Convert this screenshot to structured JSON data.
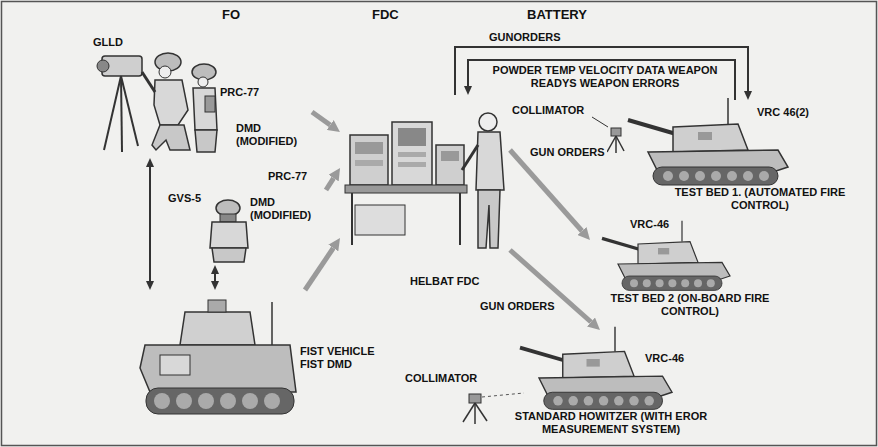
{
  "diagram": {
    "nodes": [
      {
        "text": [
          "GLLD",
          "PRC-77",
          "DMD (MODIFIED)"
        ]
      },
      {
        "text": [
          "GVS-5",
          "PRC-77",
          "DMD (MODIFIED)"
        ]
      },
      {
        "text": [
          "FIST VEHICLE FIST DMD"
        ]
      },
      {
        "text": [
          "HELBAT FDC"
        ]
      },
      {
        "text": [
          "VRC 46(2)",
          "TEST BED 1. (AUTOMATED FIRE CONTROL)"
        ]
      },
      {
        "text": [
          "VRC-46",
          "TEST BED 2 (ON-BOARD FIRE CONTROL)"
        ]
      },
      {
        "text": [
          "VRC-46",
          "STANDARD HOWITZER (WITH EROR MEASUREMENT SYSTEM)"
        ]
      }
    ],
    "edges": [
      {
        "from": 0,
        "to": 3,
        "arrow": "to"
      },
      {
        "from": 1,
        "to": 3,
        "arrow": "to"
      },
      {
        "from": 2,
        "to": 3,
        "arrow": "to"
      },
      {
        "from": 0,
        "to": 2,
        "arrow": "both"
      },
      {
        "from": 1,
        "to": 2,
        "arrow": "both"
      },
      {
        "from": 3,
        "to": 4,
        "label": "GUNORDERS",
        "arrow": "to"
      },
      {
        "from": 4,
        "to": 3,
        "label": "POWDER TEMP VELOCITY DATA WEAPON READYS WEAPON ERRORS",
        "arrow": "to"
      },
      {
        "from": 3,
        "to": 5,
        "label": "GUN ORDERS",
        "arrow": "to"
      },
      {
        "from": 3,
        "to": 6,
        "label": "GUN ORDERS",
        "arrow": "to"
      }
    ],
    "labels": [
      "FO",
      "FDC",
      "BATTERY",
      "COLLIMATOR",
      "COLLIMATOR"
    ]
  }
}
